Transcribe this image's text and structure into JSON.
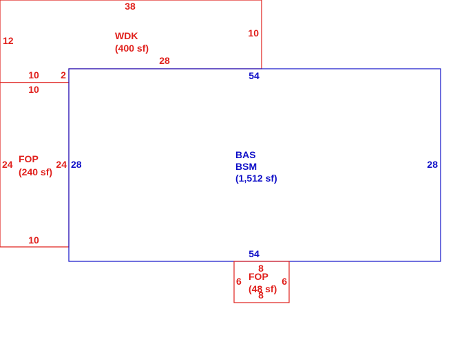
{
  "colors": {
    "red": "#e0201c",
    "blue": "#1010c8"
  },
  "wdk": {
    "name": "WDK",
    "area": "(400 sf)",
    "dims": {
      "top": "38",
      "left": "12",
      "right": "10",
      "inner_bottom": "28",
      "step": "2",
      "bottom_left": "10"
    }
  },
  "fop_left": {
    "name": "FOP",
    "area": "(240 sf)",
    "dims": {
      "top": "10",
      "left": "24",
      "right": "24",
      "bottom": "10"
    }
  },
  "bas": {
    "name1": "BAS",
    "name2": "BSM",
    "area": "(1,512 sf)",
    "dims": {
      "top": "54",
      "left": "28",
      "right": "28",
      "bottom": "54"
    }
  },
  "fop_bottom": {
    "name": "FOP",
    "area": "(48 sf)",
    "dims": {
      "top": "8",
      "left": "6",
      "right": "6",
      "bottom": "8"
    }
  }
}
